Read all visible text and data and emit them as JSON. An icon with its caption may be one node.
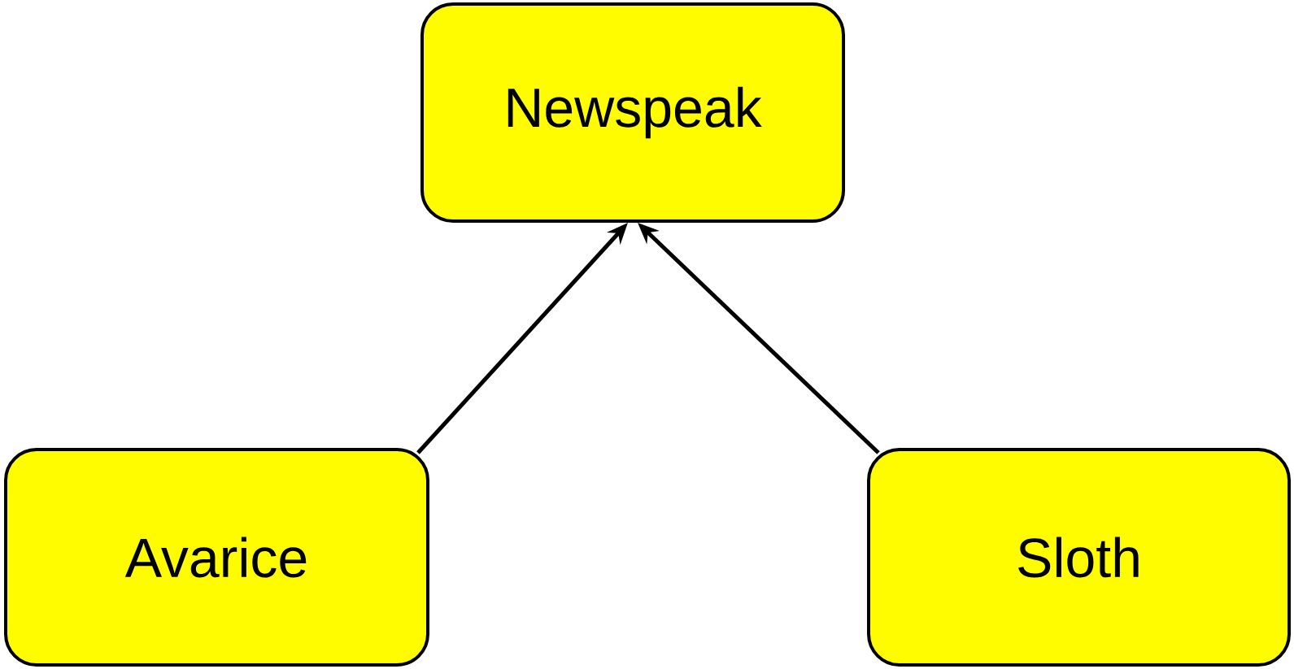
{
  "diagram": {
    "nodes": [
      {
        "text": [
          "Newspeak"
        ]
      },
      {
        "text": [
          "Avarice"
        ]
      },
      {
        "text": [
          "Sloth"
        ]
      }
    ],
    "edges": [
      {
        "from": 1,
        "to": 0,
        "arrow": "to"
      },
      {
        "from": 2,
        "to": 0,
        "arrow": "to"
      }
    ]
  }
}
